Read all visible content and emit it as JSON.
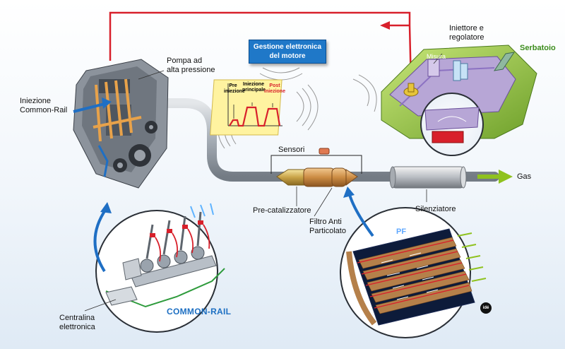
{
  "labels": {
    "pump": "Pompa ad alta pressione",
    "pump_l1": "Pompa ad",
    "pump_l2": "alta pressione",
    "injection_l1": "Iniezione",
    "injection_l2": "Common-Rail",
    "ecu_l1": "Gestione elettronica",
    "ecu_l2": "del motore",
    "injector_l1": "Iniettore e",
    "injector_l2": "regolatore",
    "tank": "Serbatoio",
    "measure": "Misura",
    "sensors": "Sensori",
    "gas": "Gas",
    "precat": "Pre-catalizzatore",
    "silencer": "Silenziatore",
    "filter_l1": "Filtro Anti",
    "filter_l2": "Particolato",
    "ecu_box_l1": "Centralina",
    "ecu_box_l2": "elettronica",
    "common_rail": "COMMON-RAIL",
    "pf": "PF",
    "logo": "idé"
  },
  "graph": {
    "pre_l1": "Pre",
    "pre_l2": "iniezione",
    "main_l1": "Iniezione",
    "main_l2": "principale",
    "post_l1": "Post",
    "post_l2": "iniezione"
  },
  "colors": {
    "fuel_line": "#d8202b",
    "arrow_blue": "#1f6fc4",
    "gas_arrow": "#8fc21f",
    "tank_green": "#9ecc45",
    "ecu_blue": "#1f78c8"
  }
}
